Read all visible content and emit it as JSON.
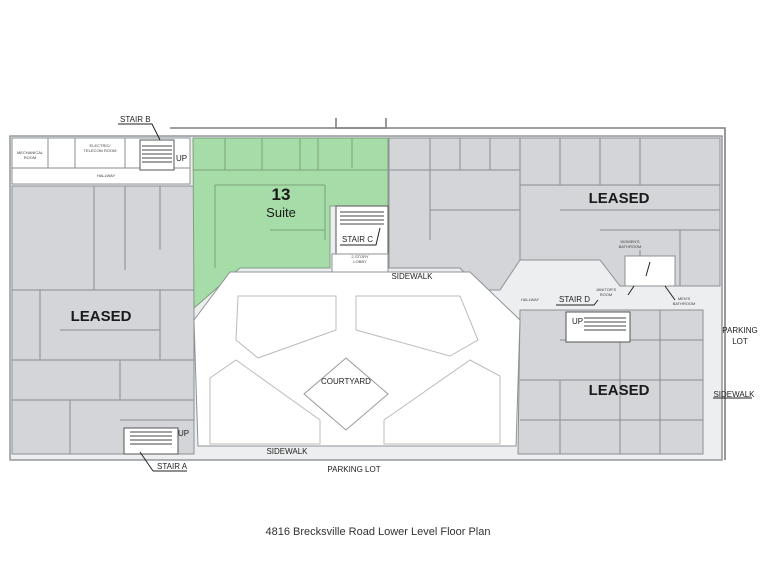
{
  "plan": {
    "caption": "4816 Brecksville Road Lower Level Floor Plan",
    "suite": {
      "number": "13",
      "word": "Suite"
    },
    "leased_labels": [
      "LEASED",
      "LEASED",
      "LEASED"
    ],
    "stairs": {
      "a": "STAIR A",
      "b": "STAIR B",
      "c": "STAIR C",
      "d": "STAIR D"
    },
    "up_labels": [
      "UP",
      "UP",
      "UP"
    ],
    "courtyard": "COURTYARD",
    "sidewalk_labels": [
      "SIDEWALK",
      "SIDEWALK",
      "SIDEWALK"
    ],
    "parking_lot_bottom": "PARKING LOT",
    "parking_lot_right": [
      "PARKING",
      "LOT"
    ],
    "small_rooms": {
      "mechanical": [
        "MECHANICAL",
        "ROOM"
      ],
      "telecom": [
        "ELECTRIC/",
        "TELECOM ROOM"
      ],
      "hallway_top": "HALLWAY",
      "hallway_right": "HALLWAY",
      "lobby": [
        "2-STORY",
        "LOBBY"
      ],
      "womens": [
        "WOMEN'S",
        "BATHROOM"
      ],
      "janitor": [
        "JANITOR'S",
        "ROOM"
      ],
      "mens": [
        "MEN'S",
        "BATHROOM"
      ]
    }
  },
  "colors": {
    "leased_fill": "#d3d5d8",
    "suite_fill": "#a6dca7",
    "courtyard_fill": "#ffffff",
    "wall": "#8a8d90"
  }
}
